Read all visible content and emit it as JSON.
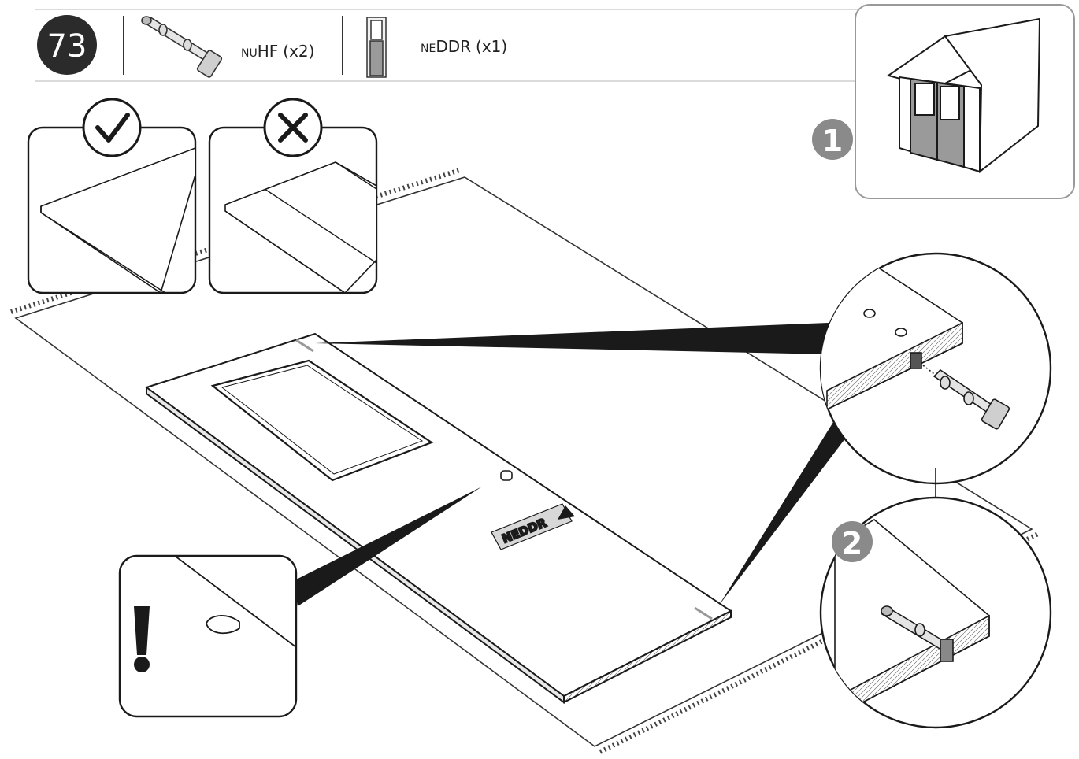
{
  "step": {
    "number": "73"
  },
  "parts": [
    {
      "code_prefix": "NU",
      "code_main": "HF",
      "qty": "(x2)"
    },
    {
      "code_prefix": "NE",
      "code_main": "DDR",
      "qty": "(x1)"
    }
  ],
  "door_label": "NEDDR",
  "callouts": {
    "shed_step": "1",
    "insert_step": "2"
  },
  "symbols": {
    "correct": "check-icon",
    "wrong": "cross-icon",
    "warning": "exclamation-icon"
  },
  "colors": {
    "ink": "#1a1a1a",
    "badge": "#2b2b2b",
    "grey_badge": "#8a8a8a",
    "door_fill": "#9a9a9a",
    "label_fill": "#d8d8d8"
  }
}
